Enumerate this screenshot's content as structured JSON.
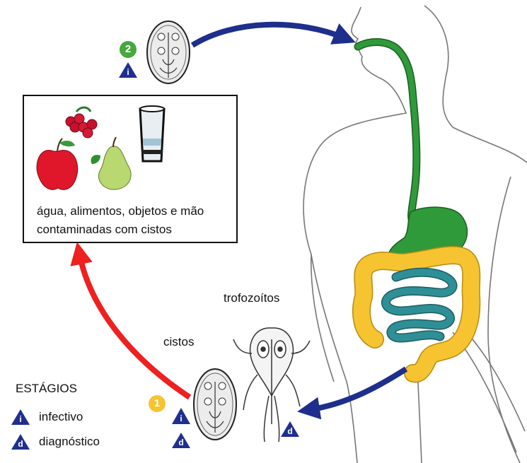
{
  "labels": {
    "box_caption_line1": "água, alimentos, objetos e mão",
    "box_caption_line2": "contaminadas com cistos",
    "trofozoitos": "trofozoítos",
    "cistos": "cistos"
  },
  "legend": {
    "title": "ESTÁGIOS",
    "items": [
      {
        "badge": "i",
        "label": "infectivo"
      },
      {
        "badge": "d",
        "label": "diagnóstico"
      }
    ]
  },
  "steps": [
    {
      "number": "2",
      "badge": "i"
    },
    {
      "number": "1",
      "badges": [
        "i",
        "d"
      ]
    }
  ],
  "trophozoite_badge": "d",
  "colors": {
    "blue_arrow": "#1d2e8c",
    "red_arrow": "#ee2020",
    "digestive_green": "#2f9a3a",
    "intestine_yellow": "#f6c431",
    "small_intestine_teal": "#2f8f96",
    "badge_navy": "#1f2f8f",
    "step2_green": "#47a83c",
    "step1_yellow": "#f6c431",
    "body_outline": "#777777"
  },
  "icons": [
    "raspberry-icon",
    "apple-icon",
    "pear-icon",
    "water-glass-icon",
    "cyst-icon",
    "trophozoite-icon"
  ]
}
